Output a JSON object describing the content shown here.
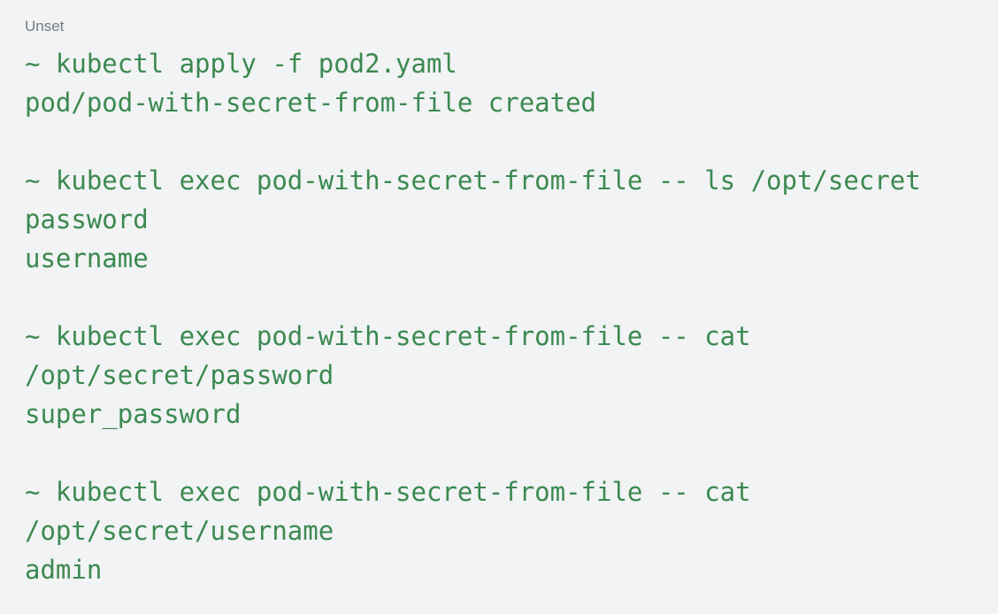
{
  "code_block": {
    "language_label": "Unset",
    "lines": [
      "~ kubectl apply -f pod2.yaml",
      "pod/pod-with-secret-from-file created",
      "",
      "~ kubectl exec pod-with-secret-from-file -- ls /opt/secret",
      "password",
      "username",
      "",
      "~ kubectl exec pod-with-secret-from-file -- cat",
      "/opt/secret/password",
      "super_password",
      "",
      "~ kubectl exec pod-with-secret-from-file -- cat",
      "/opt/secret/username",
      "admin"
    ],
    "colors": {
      "background": "#f1f3f4",
      "code_text": "#3b8950",
      "label_text": "#757a7e"
    }
  }
}
